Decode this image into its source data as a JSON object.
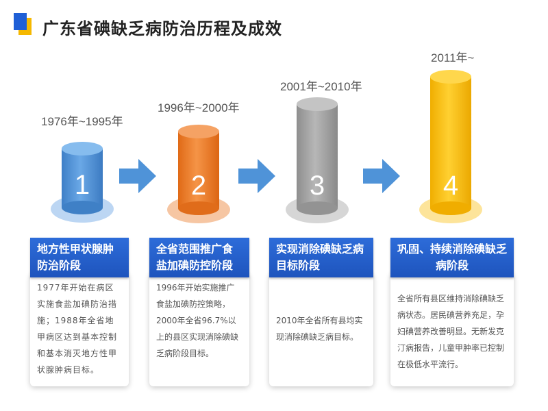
{
  "title": "广东省碘缺乏病防治历程及成效",
  "colors": {
    "accent_blue": "#1f5fd6",
    "accent_yellow": "#f5b800",
    "stage1": "#4f93d8",
    "stage2": "#ee7f2c",
    "stage3": "#a3a3a3",
    "stage4": "#fbbd09",
    "arrow": "#4f93d8"
  },
  "stages": [
    {
      "period": "1976年~1995年",
      "number": "1",
      "heading": "地方性甲状腺肿防治阶段",
      "description": "1977年开始在病区实施食盐加碘防治措施；1988年全省地甲病区达到基本控制和基本消灭地方性甲状腺肿病目标。"
    },
    {
      "period": "1996年~2000年",
      "number": "2",
      "heading": "全省范围推广食盐加碘防控阶段",
      "description": "1996年开始实施推广食盐加碘防控策略，2000年全省96.7%以上的县区实现消除碘缺乏病阶段目标。"
    },
    {
      "period": "2001年~2010年",
      "number": "3",
      "heading": "实现消除碘缺乏病目标阶段",
      "description": "2010年全省所有县均实现消除碘缺乏病目标。"
    },
    {
      "period": "2011年~",
      "number": "4",
      "heading": "巩固、持续消除碘缺乏病阶段",
      "description": "全省所有县区维持消除碘缺乏病状态。居民碘营养充足，孕妇碘营养改善明显。无新发克汀病报告，儿童甲肿率已控制在极低水平流行。"
    }
  ]
}
